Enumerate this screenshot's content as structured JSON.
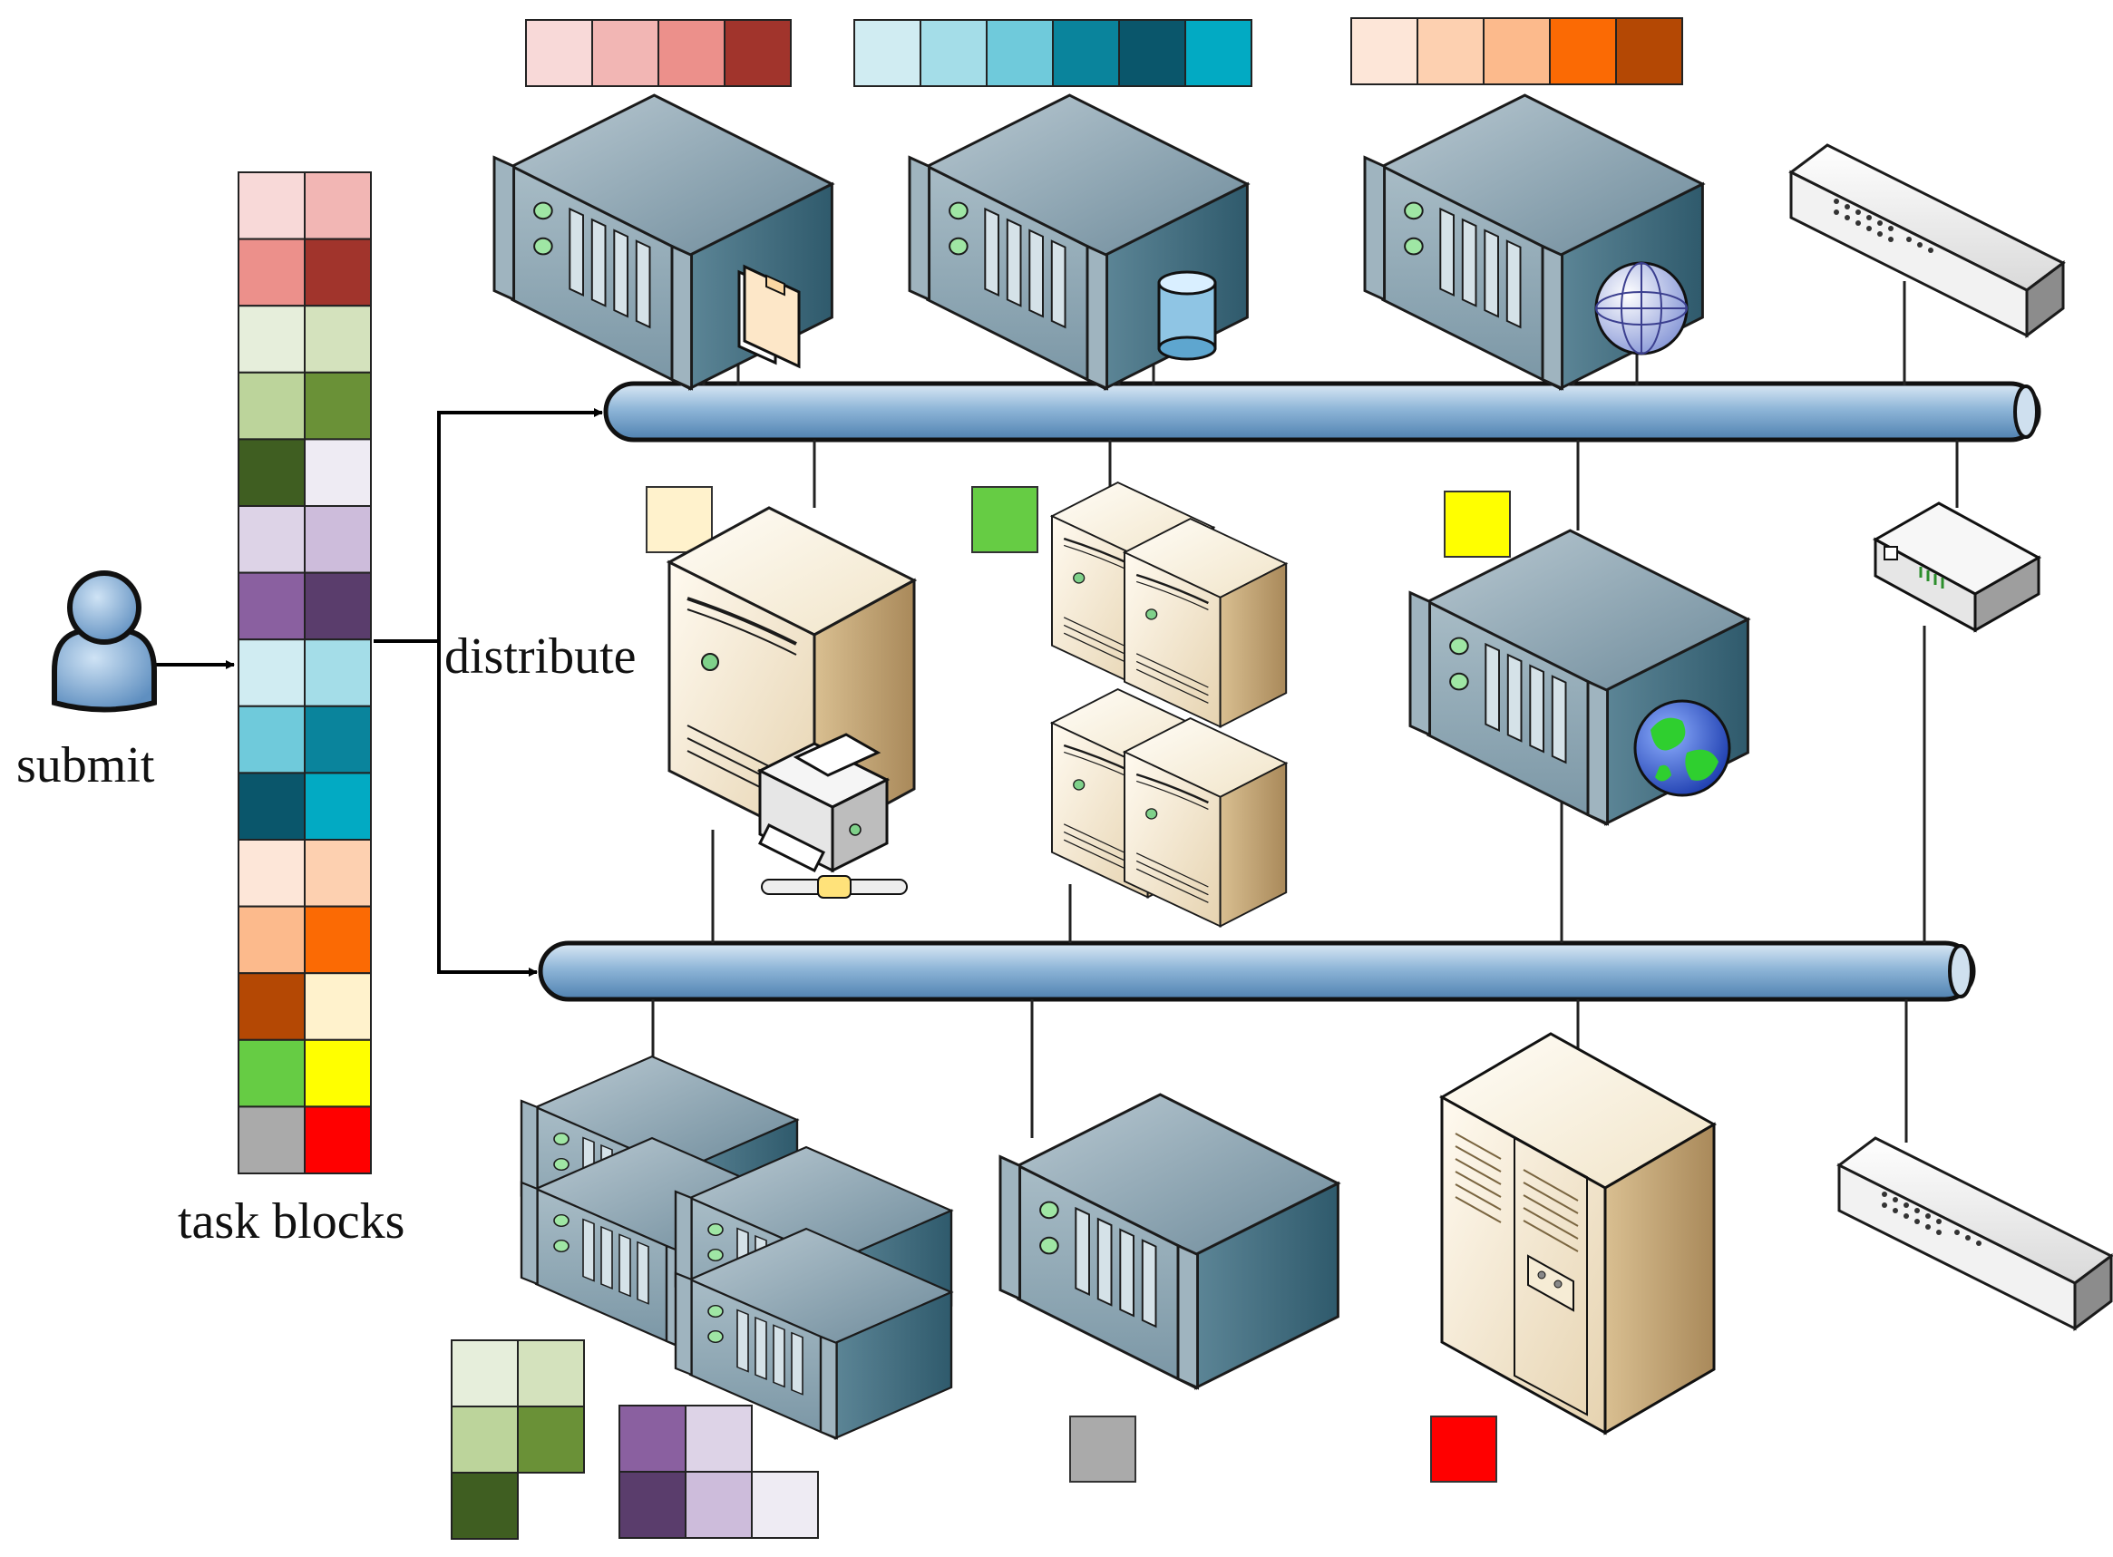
{
  "labels": {
    "submit": "submit",
    "distribute": "distribute",
    "task_blocks": "task blocks"
  },
  "palette": {
    "red": [
      "#f8d9d8",
      "#f2b6b4",
      "#ec908b",
      "#a1342c"
    ],
    "green": [
      "#e6eedb",
      "#d4e2bd",
      "#bcd49b",
      "#6a9137",
      "#3f5e21"
    ],
    "purple": [
      "#eeebf3",
      "#ddd3e7",
      "#cdbcdb",
      "#8a60a0",
      "#5a3d6c"
    ],
    "teal": [
      "#d0ecf2",
      "#a4dde8",
      "#6fcadb",
      "#0a849c",
      "#0a566b",
      "#02aac3"
    ],
    "orange": [
      "#fde6d8",
      "#fdd0b0",
      "#fcba8c",
      "#fb6a04",
      "#b44804"
    ],
    "misc": {
      "cream": "#fff2cc",
      "lime": "#66cc44",
      "yellow": "#ffff00",
      "gray": "#aaaaaa",
      "red": "#ff0000"
    }
  },
  "task_blocks": [
    [
      "#f8d9d8",
      "#f2b6b4"
    ],
    [
      "#ec908b",
      "#a1342c"
    ],
    [
      "#e6eedb",
      "#d4e2bd"
    ],
    [
      "#bcd49b",
      "#6a9137"
    ],
    [
      "#3f5e21",
      "#eeebf3"
    ],
    [
      "#ddd3e7",
      "#cdbcdb"
    ],
    [
      "#8a60a0",
      "#5a3d6c"
    ],
    [
      "#d0ecf2",
      "#a4dde8"
    ],
    [
      "#6fcadb",
      "#0a849c"
    ],
    [
      "#0a566b",
      "#02aac3"
    ],
    [
      "#fde6d8",
      "#fdd0b0"
    ],
    [
      "#fcba8c",
      "#fb6a04"
    ],
    [
      "#b44804",
      "#fff2cc"
    ],
    [
      "#66cc44",
      "#ffff00"
    ],
    [
      "#aaaaaa",
      "#ff0000"
    ]
  ],
  "top_strips": [
    [
      "#f8d9d8",
      "#f2b6b4",
      "#ec908b",
      "#a1342c"
    ],
    [
      "#d0ecf2",
      "#a4dde8",
      "#6fcadb",
      "#0a849c",
      "#0a566b",
      "#02aac3"
    ],
    [
      "#fde6d8",
      "#fdd0b0",
      "#fcba8c",
      "#fb6a04",
      "#b44804"
    ]
  ],
  "node_assignments": {
    "tower_printer": "#fff2cc",
    "cluster": "#66cc44",
    "web_server": "#ffff00",
    "rack_server": "#aaaaaa",
    "mainframe": "#ff0000"
  },
  "icons": [
    "user-icon",
    "file-server-icon",
    "database-server-icon",
    "web-server-icon",
    "network-switch-icon",
    "print-server-icon",
    "server-cluster-icon",
    "internet-server-icon",
    "modem-icon",
    "rack-server-stack-icon",
    "rack-server-icon",
    "mainframe-icon",
    "folder-icon",
    "database-icon",
    "globe-icon",
    "earth-icon",
    "printer-icon"
  ]
}
